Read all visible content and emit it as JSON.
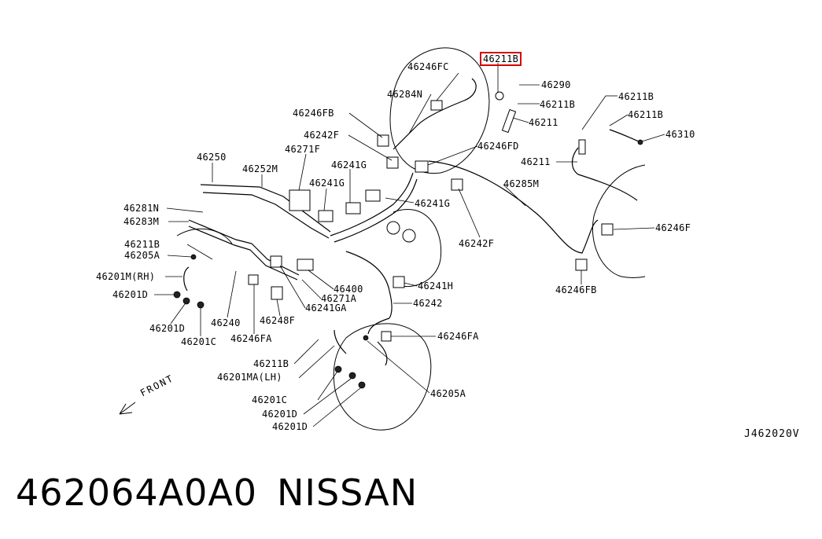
{
  "diagram": {
    "id": "J462020V",
    "front_label": "FRONT",
    "highlighted_label": "46211B",
    "labels": [
      "46246FC",
      "46211B",
      "46290",
      "46284N",
      "46211B",
      "46246FB",
      "46211",
      "46242F",
      "46246FD",
      "46271F",
      "46211B",
      "46211B",
      "46310",
      "46250",
      "46252M",
      "46241G",
      "46211",
      "46241G",
      "46285M",
      "46281N",
      "46241G",
      "46283M",
      "46242F",
      "46246F",
      "46211B",
      "46205A",
      "46201M(RH)",
      "46400",
      "46241H",
      "46201D",
      "46271A",
      "46241GA",
      "46242",
      "46246FB",
      "46201D",
      "46240",
      "46248F",
      "46201C",
      "46246FA",
      "46246FA",
      "46211B",
      "46201MA(LH)",
      "46201C",
      "46205A",
      "46201D",
      "46201D"
    ]
  },
  "footer": {
    "part_number": "462064A0A0",
    "brand": "NISSAN"
  }
}
